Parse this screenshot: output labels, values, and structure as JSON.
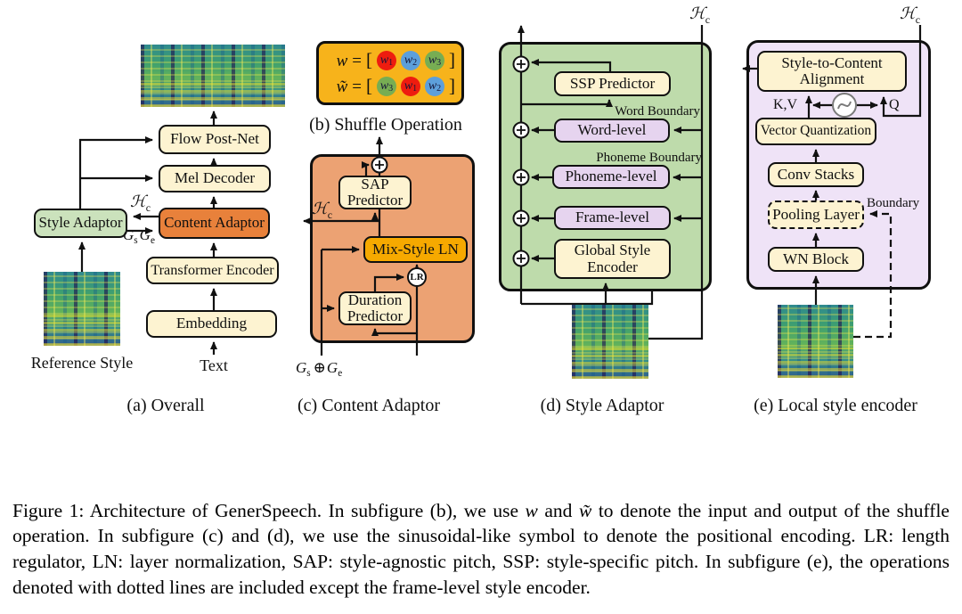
{
  "colors": {
    "panel_gold": "#f7b31b",
    "panel_salmon": "#eca273",
    "panel_green": "#bedbab",
    "panel_purple": "#efe3f7",
    "box_cream": "#fdf3d1",
    "box_orange": "#e8813b",
    "box_green": "#cbe2bc",
    "box_gold": "#f6a900",
    "box_lavender": "#e6d4ef",
    "token_red": "#ee1c0f",
    "token_blue": "#5d9fdb",
    "token_green": "#77ad53"
  },
  "a": {
    "caption": "(a) Overall",
    "flow_post_net": "Flow Post-Net",
    "mel_decoder": "Mel Decoder",
    "style_adaptor": "Style Adaptor",
    "content_adaptor": "Content Adaptor",
    "transformer_encoder": "Transformer Encoder",
    "embedding": "Embedding",
    "reference_style": "Reference Style",
    "text_input": "Text",
    "hc": {
      "main": "ℋ",
      "sub": "c"
    },
    "gsge": {
      "parts": [
        {
          "main": "G",
          "sub": "s"
        },
        {
          "main": "G",
          "sub": "e"
        }
      ]
    }
  },
  "b": {
    "caption": "(b) Shuffle Operation",
    "row1": {
      "lhs": "w",
      "eq": "=",
      "open": "[",
      "close": "]",
      "tokens": [
        {
          "base": "w",
          "sub": "1"
        },
        {
          "base": "w",
          "sub": "2"
        },
        {
          "base": "w",
          "sub": "3"
        }
      ]
    },
    "row2": {
      "lhs": "w̃",
      "eq": "=",
      "open": "[",
      "close": "]",
      "tokens": [
        {
          "base": "w",
          "sub": "3"
        },
        {
          "base": "w",
          "sub": "1"
        },
        {
          "base": "w",
          "sub": "2"
        }
      ]
    }
  },
  "c": {
    "caption": "(c) Content Adaptor",
    "sap_predictor": "SAP Predictor",
    "mix_style_ln": "Mix-Style LN",
    "duration_predictor": "Duration Predictor",
    "lr": "LR",
    "hc": {
      "main": "ℋ",
      "sub": "c"
    },
    "gs_plus_ge": {
      "parts": [
        {
          "main": "G",
          "sub": "s"
        },
        {
          "text": "⊕"
        },
        {
          "main": "G",
          "sub": "e"
        }
      ]
    }
  },
  "d": {
    "caption": "(d) Style Adaptor",
    "ssp_predictor": "SSP Predictor",
    "word_level": "Word-level",
    "phoneme_level": "Phoneme-level",
    "frame_level": "Frame-level",
    "global_style_encoder": "Global Style Encoder",
    "word_boundary": "Word Boundary",
    "phoneme_boundary": "Phoneme Boundary",
    "hc": {
      "main": "ℋ",
      "sub": "c"
    }
  },
  "e": {
    "caption": "(e) Local style encoder",
    "alignment": "Style-to-Content Alignment",
    "vector_quantization": "Vector Quantization",
    "conv_stacks": "Conv Stacks",
    "pooling_layer": "Pooling Layer",
    "wn_block": "WN Block",
    "kv": "K,V",
    "q": "Q",
    "boundary": "Boundary",
    "hc": {
      "main": "ℋ",
      "sub": "c"
    }
  },
  "caption": {
    "segments": [
      {
        "t": "Figure 1: Architecture of GenerSpeech. In subfigure (b), we use "
      },
      {
        "t": "w",
        "i": true
      },
      {
        "t": " and "
      },
      {
        "t": "w̃",
        "i": true
      },
      {
        "t": " to denote the input and output of the shuffle operation. In subfigure (c) and (d), we use the sinusoidal-like symbol to denote the positional encoding. LR: length regulator, LN: layer normalization, SAP: style-agnostic pitch, SSP: style-specific pitch. In subfigure (e), the operations denoted with dotted lines are included except the frame-level style encoder."
      }
    ]
  }
}
